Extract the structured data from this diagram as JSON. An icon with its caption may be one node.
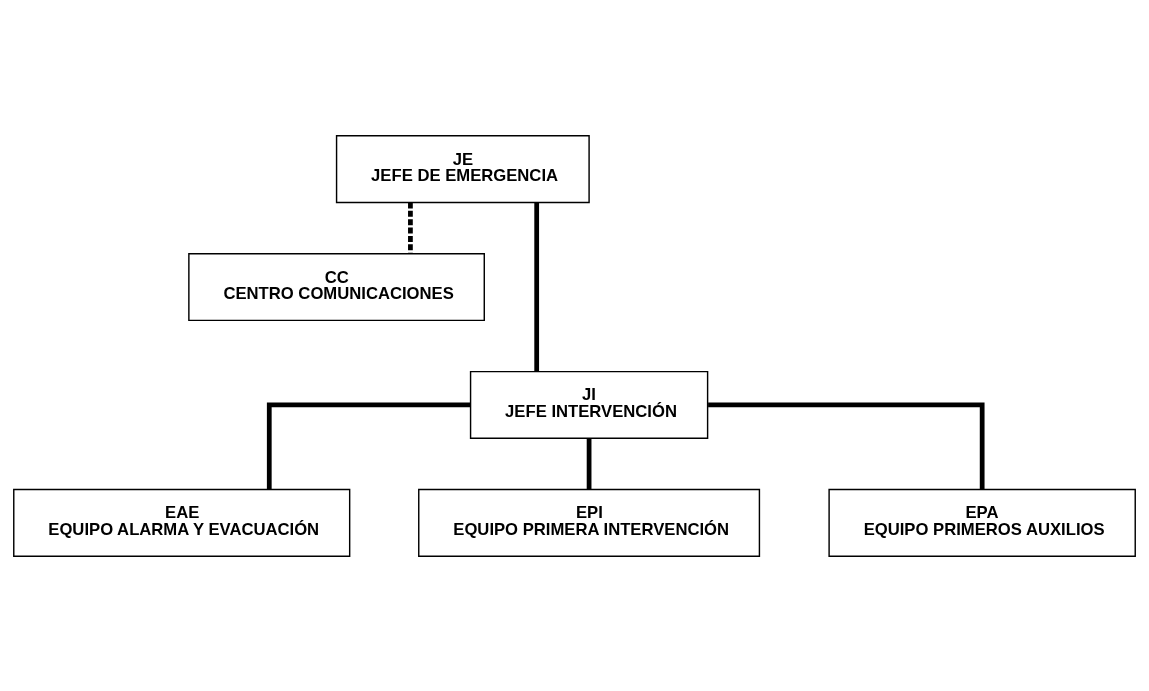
{
  "diagram": {
    "nodes": [
      {
        "text": [
          "JE",
          "JEFE DE EMERGENCIA"
        ]
      },
      {
        "text": [
          "CC",
          "CENTRO COMUNICACIONES"
        ]
      },
      {
        "text": [
          "JI",
          "JEFE INTERVENCIÓN"
        ]
      },
      {
        "text": [
          "EAE",
          "EQUIPO ALARMA Y EVACUACIÓN"
        ]
      },
      {
        "text": [
          "EPI",
          "EQUIPO PRIMERA INTERVENCIÓN"
        ]
      },
      {
        "text": [
          "EPA",
          "EQUIPO PRIMEROS AUXILIOS"
        ]
      }
    ],
    "edges": [
      {
        "from": 0,
        "to": 2,
        "arrow": "none"
      },
      {
        "from": 0,
        "to": 1,
        "arrow": "none",
        "style": "dashed"
      },
      {
        "from": 2,
        "to": 3,
        "arrow": "none"
      },
      {
        "from": 2,
        "to": 4,
        "arrow": "none"
      },
      {
        "from": 2,
        "to": 5,
        "arrow": "none"
      }
    ]
  }
}
